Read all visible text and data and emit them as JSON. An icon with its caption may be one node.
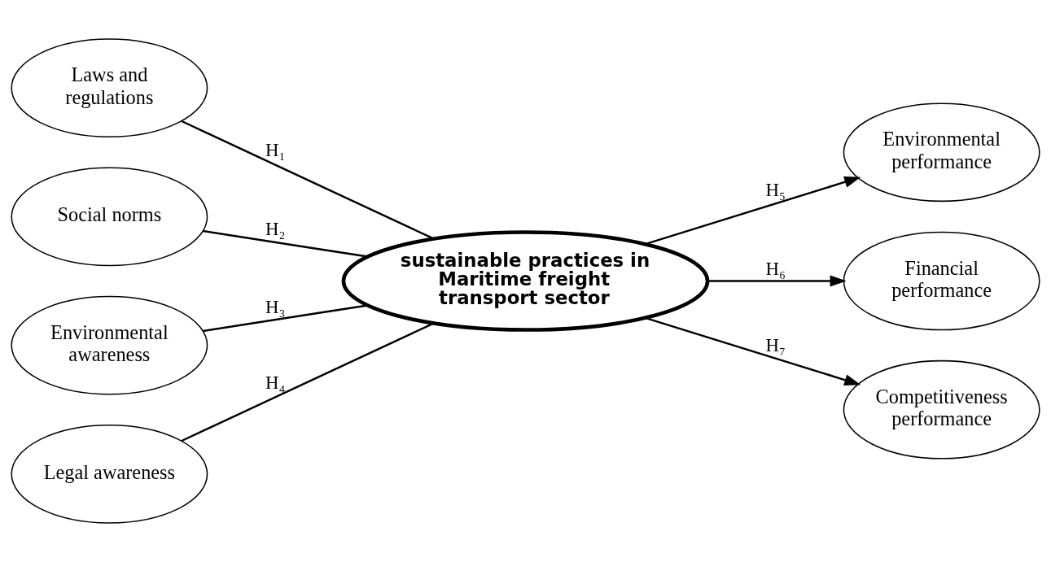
{
  "diagram": {
    "nodes": [
      {
        "text": [
          "Laws and regulations"
        ]
      },
      {
        "text": [
          "Social norms"
        ]
      },
      {
        "text": [
          "Environmental awareness"
        ]
      },
      {
        "text": [
          "Legal awareness"
        ]
      },
      {
        "text": [
          "sustainable practices in Maritime freight transport sector"
        ]
      },
      {
        "text": [
          "Environmental performance"
        ]
      },
      {
        "text": [
          "Financial performance"
        ]
      },
      {
        "text": [
          "Competitiveness performance"
        ]
      }
    ],
    "edges": [
      {
        "from": 0,
        "to": 4,
        "arrow": "none",
        "label": "H₁"
      },
      {
        "from": 1,
        "to": 4,
        "arrow": "none",
        "label": "H₂"
      },
      {
        "from": 2,
        "to": 4,
        "arrow": "none",
        "label": "H₃"
      },
      {
        "from": 3,
        "to": 4,
        "arrow": "none",
        "label": "H₄"
      },
      {
        "from": 4,
        "to": 5,
        "arrow": "to",
        "label": "H₅"
      },
      {
        "from": 4,
        "to": 6,
        "arrow": "to",
        "label": "H₆"
      },
      {
        "from": 4,
        "to": 7,
        "arrow": "to",
        "label": "H₇"
      }
    ]
  }
}
